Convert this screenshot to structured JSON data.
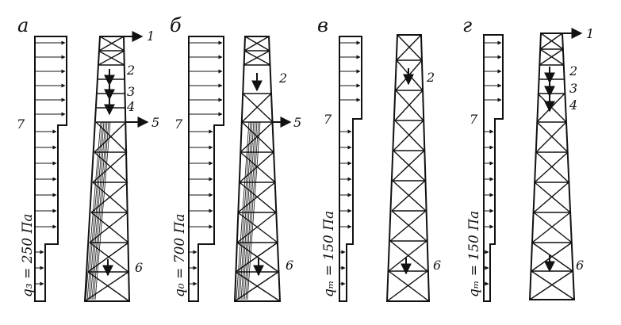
{
  "panels": [
    {
      "letter": "а",
      "load_label": "q₃ = 250 Па",
      "callouts": [
        "1",
        "2",
        "3",
        "4",
        "5",
        "6",
        "7"
      ]
    },
    {
      "letter": "б",
      "load_label": "q₀ = 700 Па",
      "callouts": [
        "2",
        "5",
        "6",
        "7"
      ]
    },
    {
      "letter": "в",
      "load_label": "qₘ = 150 Па",
      "callouts": [
        "2",
        "6",
        "7"
      ]
    },
    {
      "letter": "г",
      "load_label": "qₘ = 150 Па",
      "callouts": [
        "1",
        "2",
        "3",
        "4",
        "6",
        "7"
      ]
    }
  ],
  "colors": {
    "ink": "#111111",
    "background": "#ffffff"
  }
}
